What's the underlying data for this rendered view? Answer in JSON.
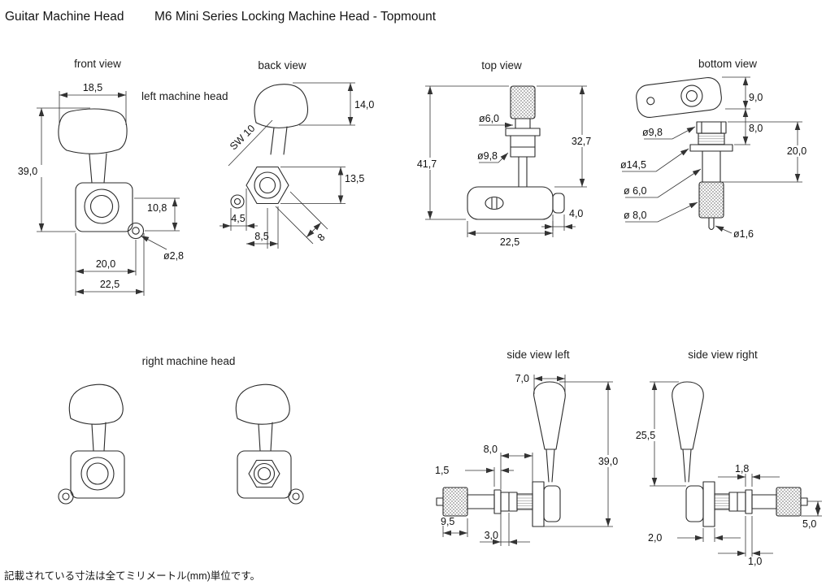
{
  "header": {
    "title": "Guitar Machine Head",
    "subtitle": "M6 Mini Series Locking Machine Head - Topmount"
  },
  "note": "記載されている寸法は全てミリメートル(mm)単位です。",
  "views": {
    "front": {
      "label": "front view",
      "annotation": "left machine head",
      "dims": {
        "button_width": "18,5",
        "overall_height": "39,0",
        "hole_offset": "10,8",
        "screw_hole": "ø2,8",
        "hole_center": "20,0",
        "body_width": "22,5"
      }
    },
    "back": {
      "label": "back view",
      "dims": {
        "button_height": "14,0",
        "wrench_size": "SW 10",
        "nut_height": "13,5",
        "tab_offset": "4,5",
        "nut_offset": "8,5",
        "diag": "8"
      }
    },
    "top": {
      "label": "top view",
      "dims": {
        "overall_height": "41,7",
        "shaft_dia": "ø6,0",
        "post_height": "32,7",
        "bushing_dia": "ø9,8",
        "tab_width": "4,0",
        "body_width": "22,5"
      }
    },
    "bottom": {
      "label": "bottom view",
      "dims": {
        "body_thickness": "9,0",
        "bushing_dia": "ø9,8",
        "bushing_height": "8,0",
        "post_length": "20,0",
        "flange_dia": "ø14,5",
        "shaft_dia": "ø 6,0",
        "knob_dia": "ø 8,0",
        "pin_dia": "ø1,6"
      }
    },
    "right": {
      "label": "right machine head"
    },
    "side_left": {
      "label": "side view left",
      "dims": {
        "button_top": "7,0",
        "bushing_length": "8,0",
        "washer": "1,5",
        "overall_height": "39,0",
        "knob_length": "9,5",
        "collar": "3,0"
      }
    },
    "side_right": {
      "label": "side view right",
      "dims": {
        "button_length": "25,5",
        "flange": "1,8",
        "plate": "2,0",
        "knob_offset": "5,0",
        "washer": "1,0"
      }
    }
  }
}
